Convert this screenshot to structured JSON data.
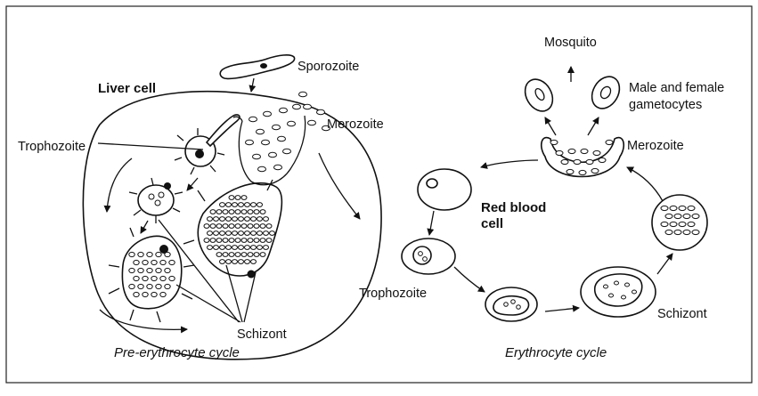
{
  "labels": {
    "liver_cell": "Liver cell",
    "sporozoite": "Sporozoite",
    "merozoite_liver": "Merozoite",
    "trophozoite_liver": "Trophozoite",
    "schizont_liver": "Schizont",
    "mosquito": "Mosquito",
    "gametocytes_line1": "Male and female",
    "gametocytes_line2": "gametocytes",
    "merozoite_blood": "Merozoite",
    "rbc_line1": "Red blood",
    "rbc_line2": "cell",
    "trophozoite_blood": "Trophozoite",
    "schizont_blood": "Schizont"
  },
  "captions": {
    "pre": "Pre-erythrocyte cycle",
    "ery": "Erythrocyte cycle"
  }
}
